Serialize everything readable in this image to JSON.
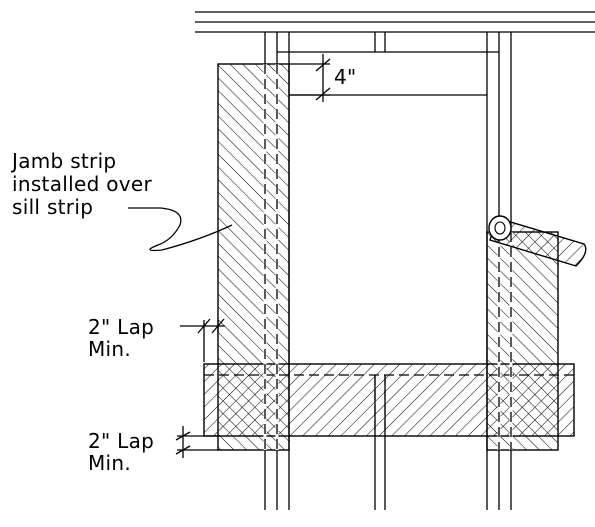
{
  "labels": {
    "dim_top": "4\"",
    "callout_line1": "Jamb strip",
    "callout_line2": "installed over",
    "callout_line3": "sill strip",
    "lap_upper_line1": "2\" Lap",
    "lap_upper_line2": "Min.",
    "lap_lower_line1": "2\" Lap",
    "lap_lower_line2": "Min."
  }
}
